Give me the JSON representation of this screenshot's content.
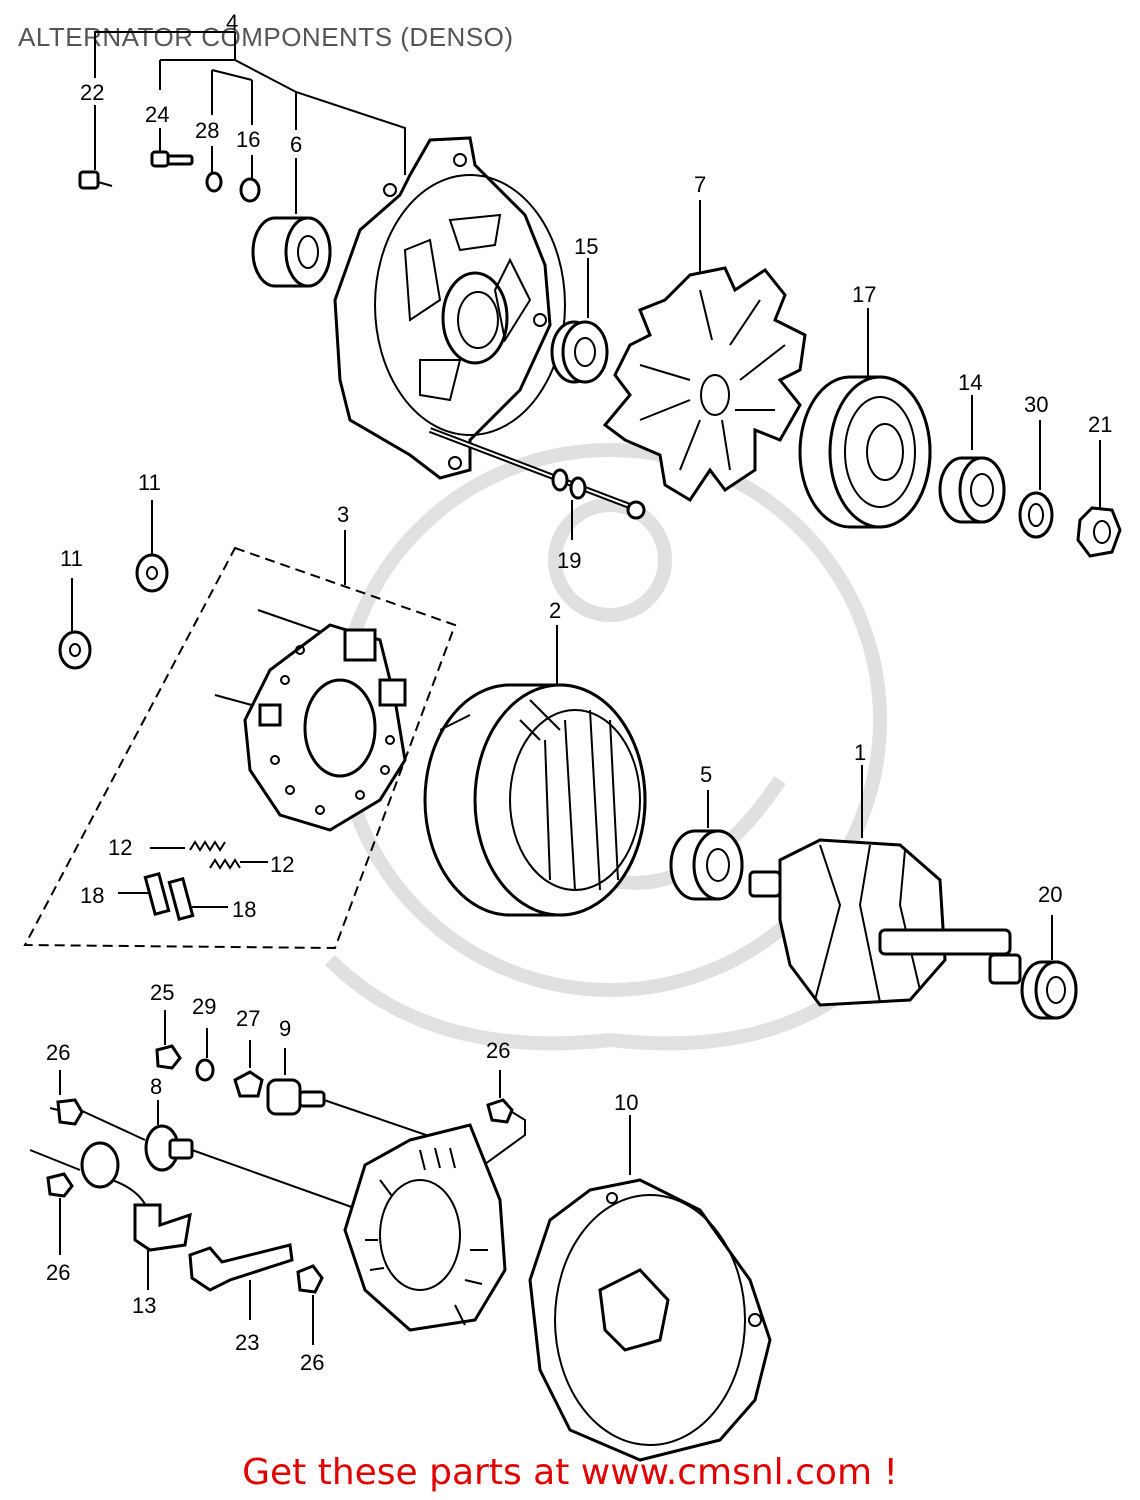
{
  "title": "ALTERNATOR COMPONENTS (DENSO)",
  "promo": "Get these parts at www.cmsnl.com !",
  "colors": {
    "promo": "#e00000",
    "title": "#555555",
    "watermark": "#d9d9d9"
  },
  "callouts": {
    "c4": "4",
    "c22": "22",
    "c24": "24",
    "c28": "28",
    "c16": "16",
    "c6": "6",
    "c7": "7",
    "c15": "15",
    "c17": "17",
    "c14": "14",
    "c30": "30",
    "c21": "21",
    "c19": "19",
    "c11a": "11",
    "c11b": "11",
    "c3": "3",
    "c2": "2",
    "c12a": "12",
    "c12b": "12",
    "c18a": "18",
    "c18b": "18",
    "c5": "5",
    "c1": "1",
    "c20": "20",
    "c25": "25",
    "c29": "29",
    "c27": "27",
    "c9": "9",
    "c26a": "26",
    "c26b": "26",
    "c26c": "26",
    "c26d": "26",
    "c8": "8",
    "c10": "10",
    "c13": "13",
    "c23": "23"
  }
}
